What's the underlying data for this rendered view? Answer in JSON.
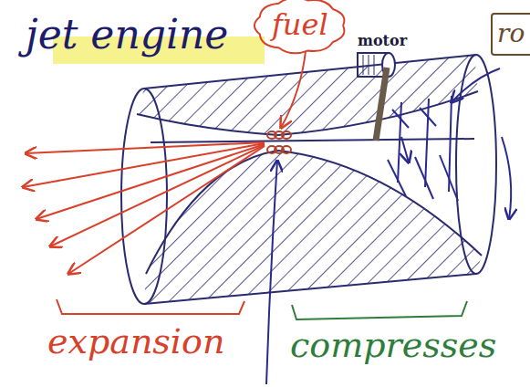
{
  "diagram": {
    "title": "jet engine",
    "nodes": [
      {
        "text": [
          "fuel"
        ]
      },
      {
        "text": [
          "ro"
        ]
      }
    ],
    "labels": [
      "motor",
      "expansion",
      "compresses"
    ]
  }
}
